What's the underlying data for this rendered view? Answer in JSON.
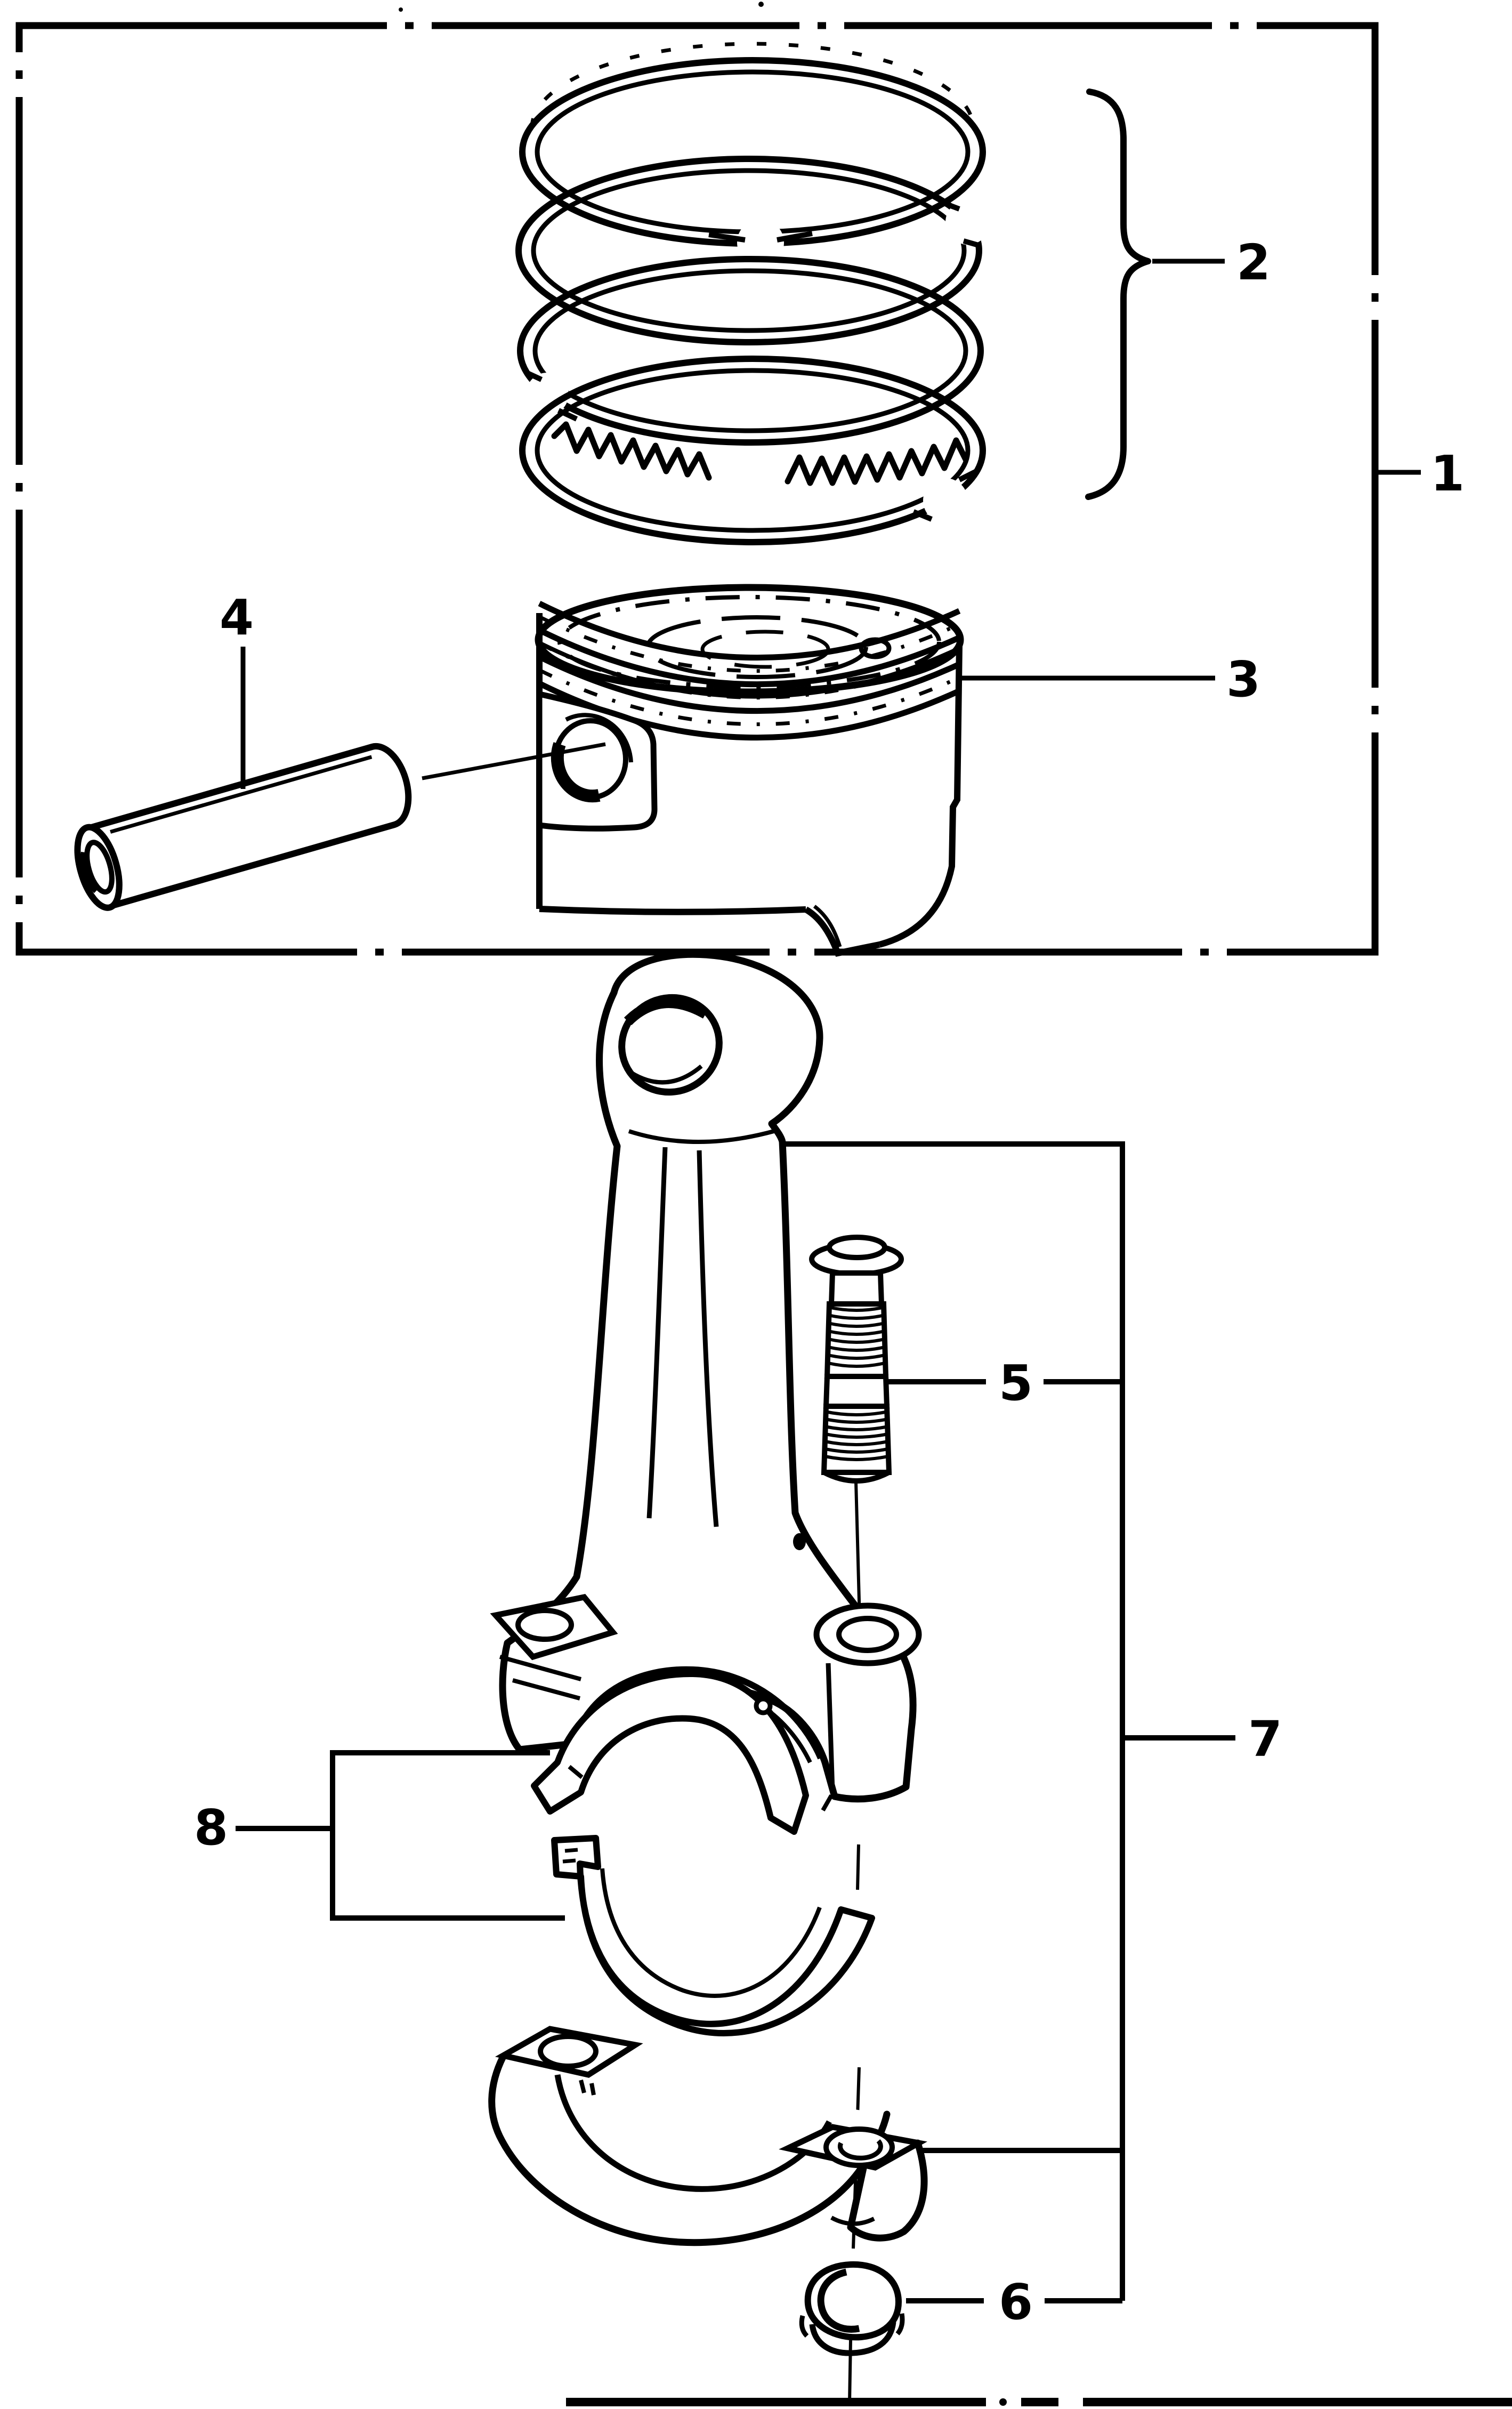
{
  "colors": {
    "ink": "#000000",
    "paper": "#ffffff"
  },
  "callouts": {
    "c1": {
      "label": "1",
      "part": "piston-kit-group"
    },
    "c2": {
      "label": "2",
      "part": "piston-ring-set"
    },
    "c3": {
      "label": "3",
      "part": "piston"
    },
    "c4": {
      "label": "4",
      "part": "piston-pin"
    },
    "c5": {
      "label": "5",
      "part": "connecting-rod-bolt"
    },
    "c6": {
      "label": "6",
      "part": "connecting-rod-nut"
    },
    "c7": {
      "label": "7",
      "part": "connecting-rod-assembly"
    },
    "c8": {
      "label": "8",
      "part": "bearing-shell-set"
    }
  }
}
